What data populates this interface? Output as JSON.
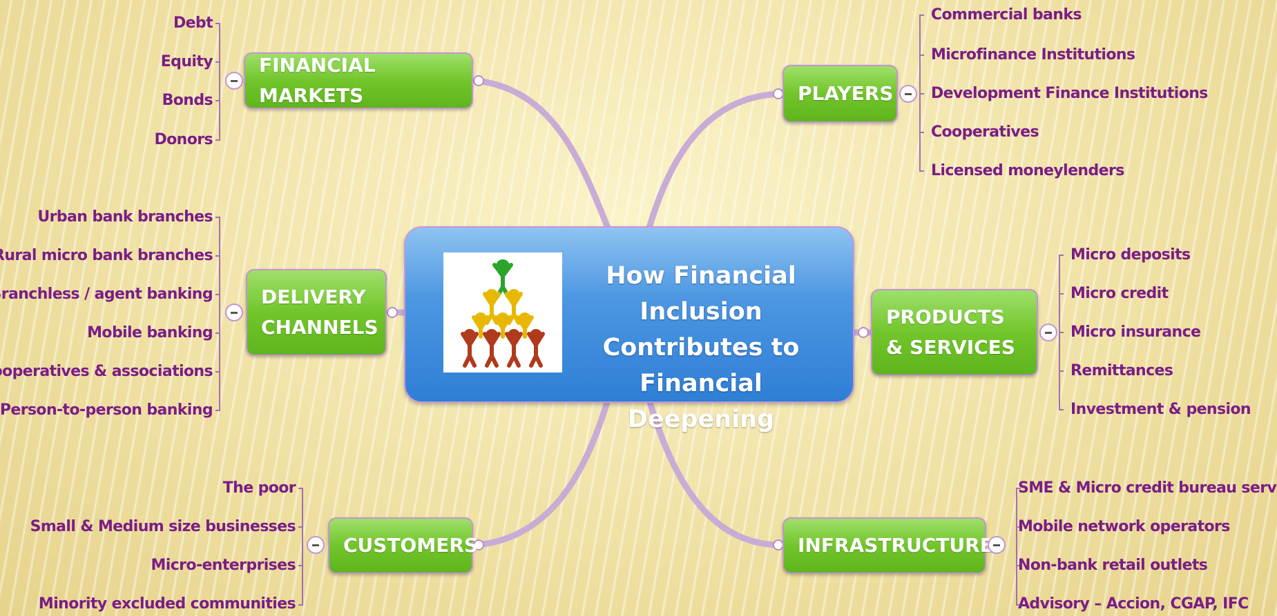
{
  "central": {
    "title": "How Financial Inclusion Contributes to Financial Deepening",
    "icon": "people-pyramid-icon"
  },
  "branches": {
    "financial_markets": {
      "label": "FINANCIAL MARKETS",
      "items": [
        "Debt",
        "Equity",
        "Bonds",
        "Donors"
      ]
    },
    "players": {
      "label": "PLAYERS",
      "items": [
        "Commercial banks",
        "Microfinance Institutions",
        "Development Finance Institutions",
        "Cooperatives",
        "Licensed moneylenders"
      ]
    },
    "delivery_channels": {
      "label": "DELIVERY CHANNELS",
      "items": [
        "Urban bank branches",
        "Rural micro bank branches",
        "Branchless / agent banking",
        "Mobile banking",
        "Cooperatives & associations",
        "Person-to-person banking"
      ]
    },
    "products_services": {
      "label": "PRODUCTS & SERVICES",
      "items": [
        "Micro deposits",
        "Micro credit",
        "Micro insurance",
        "Remittances",
        "Investment & pension"
      ]
    },
    "customers": {
      "label": "CUSTOMERS",
      "items": [
        "The poor",
        "Small & Medium size businesses",
        "Micro-enterprises",
        "Minority excluded communities"
      ]
    },
    "infrastructure": {
      "label": "INFRASTRUCTURE",
      "items": [
        "SME & Micro credit bureau services",
        "Mobile network operators",
        "Non-bank retail outlets",
        "Advisory – Accion, CGAP, IFC"
      ]
    }
  },
  "colors": {
    "node_green": "#6cc028",
    "central_blue": "#3a87da",
    "leaf_text": "#7a1d87",
    "connector": "#c8a8d4",
    "background": "#efe2a8"
  }
}
